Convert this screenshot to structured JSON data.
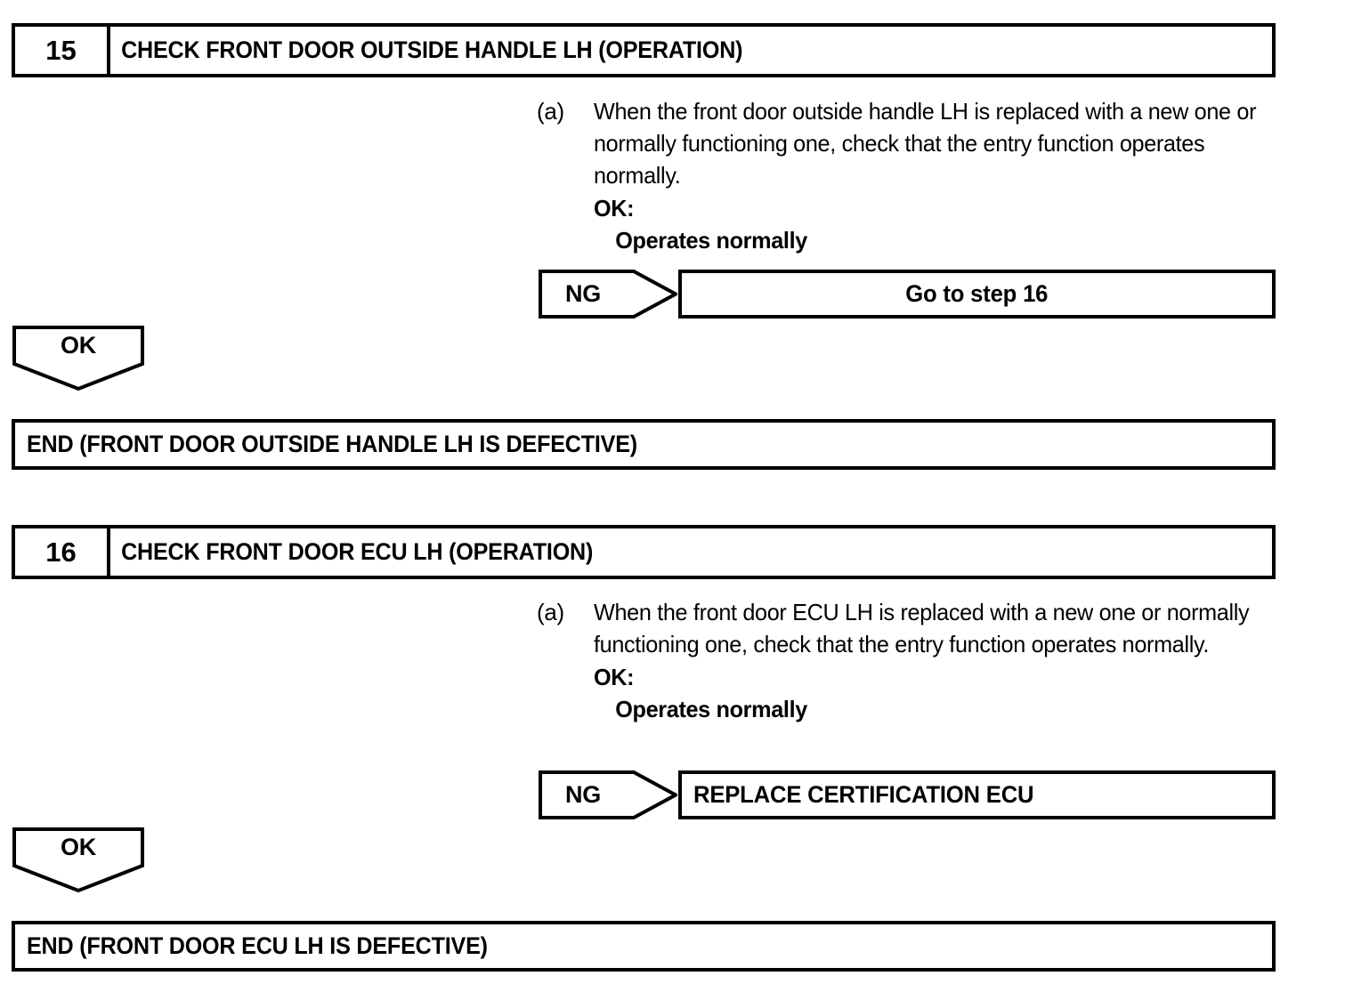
{
  "document": {
    "type": "diagnostic-troubleshooting-flowchart",
    "line_color": "#000000",
    "background_color": "#ffffff"
  },
  "steps": [
    {
      "number": "15",
      "title": "CHECK FRONT DOOR OUTSIDE HANDLE LH (OPERATION)",
      "procedure": {
        "label": "(a)",
        "text": "When the front door outside handle LH is replaced with a new one or normally functioning one, check that the entry function operates normally.",
        "ok_label": "OK:",
        "ok_value": "Operates normally"
      },
      "ng_branch": {
        "flag": "NG",
        "result": "Go to step 16"
      },
      "ok_branch": {
        "flag": "OK",
        "end": "END (FRONT DOOR OUTSIDE HANDLE LH IS DEFECTIVE)"
      }
    },
    {
      "number": "16",
      "title": "CHECK FRONT DOOR ECU LH (OPERATION)",
      "procedure": {
        "label": "(a)",
        "text": "When the front door ECU LH is replaced with a new one or normally functioning one, check that the entry function operates normally.",
        "ok_label": "OK:",
        "ok_value": "Operates normally"
      },
      "ng_branch": {
        "flag": "NG",
        "result": "REPLACE CERTIFICATION ECU"
      },
      "ok_branch": {
        "flag": "OK",
        "end": "END (FRONT DOOR ECU LH IS DEFECTIVE)"
      }
    }
  ]
}
